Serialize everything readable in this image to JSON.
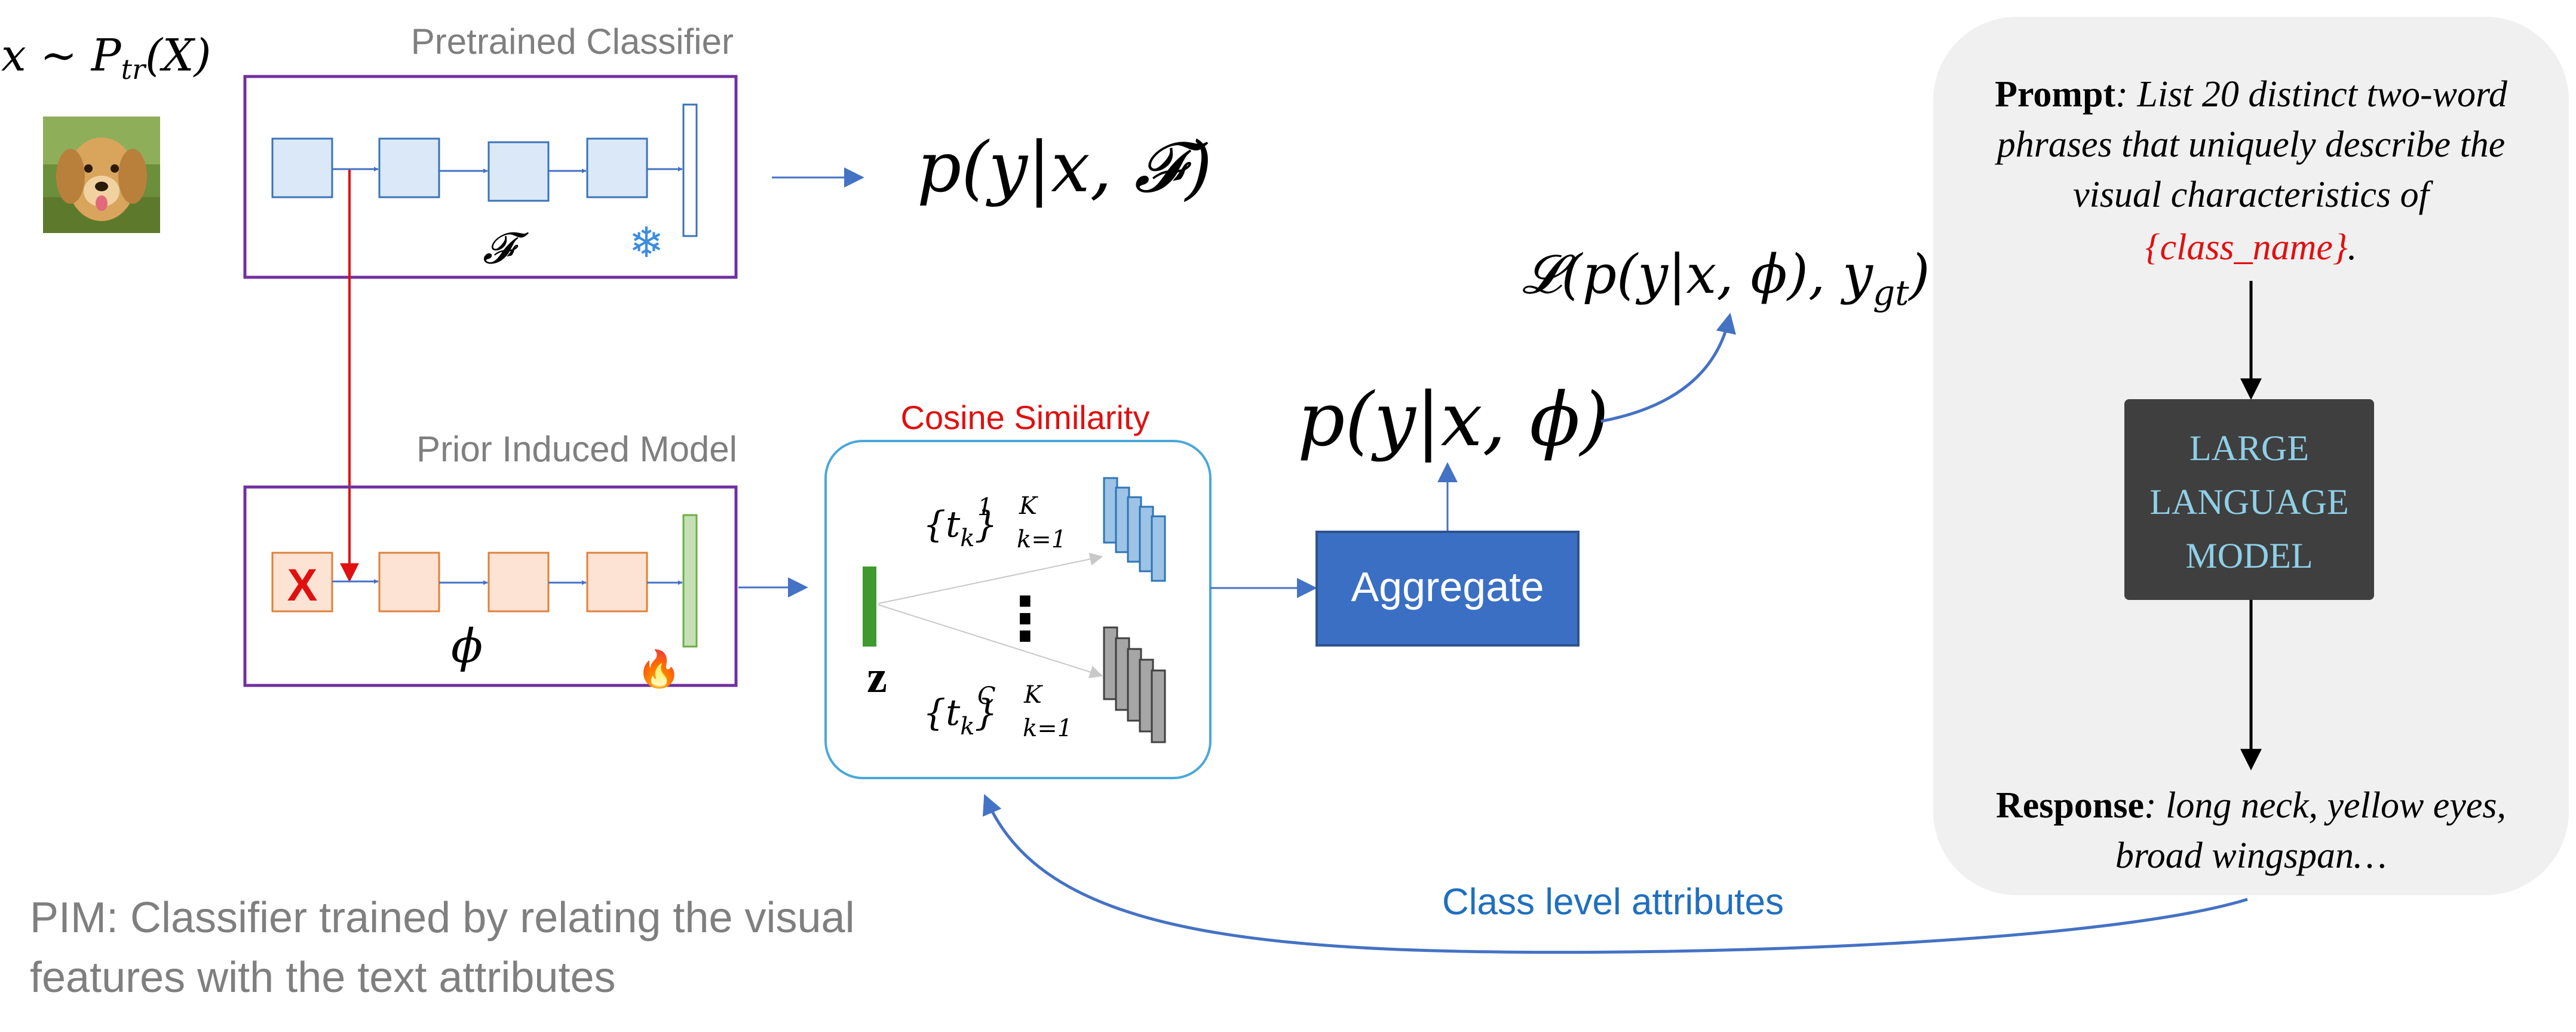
{
  "colors": {
    "frame_purple": "#7030a0",
    "frozen_block_fill": "#dae8f7",
    "frozen_block_stroke": "#3a73b8",
    "trainable_block_fill": "#fde3d3",
    "trainable_block_stroke": "#e0803c",
    "arrow_blue": "#4472c4",
    "red": "#e01010",
    "feature_green": "#3f9a2e",
    "aggregate_fill": "#3a6fc4",
    "llm_fill": "#3f3f3f",
    "llm_text": "#8fd0e8",
    "panel_fill": "#f0f0f0",
    "grey_text": "#7f7f7f",
    "attr_text": "#1f6fc0"
  },
  "input": {
    "label": "x ∼ P",
    "label_sub": "tr",
    "label_tail": "(X)",
    "image_icon": "dog-photo-icon"
  },
  "pretrained": {
    "title": "Pretrained Classifier",
    "symbol": "𝓕",
    "frozen_icon": "snowflake-icon",
    "snowflake_glyph": "❄"
  },
  "output_top": {
    "text": "p(y|x, 𝓕)"
  },
  "pim": {
    "title": "Prior Induced Model",
    "x_mark": "X",
    "symbol": "ϕ",
    "train_icon": "flame-icon",
    "flame_glyph": "🔥"
  },
  "cosine": {
    "title": "Cosine Similarity",
    "z_label": "z",
    "top_set": "{t",
    "top_set_sup": "1",
    "top_set_sub": "k",
    "top_set_tail": "}",
    "top_set_upper": "K",
    "top_set_lower": "k=1",
    "bottom_set": "{t",
    "bottom_set_sup": "C",
    "bottom_set_sub": "k",
    "bottom_set_tail": "}",
    "bottom_set_upper": "K",
    "bottom_set_lower": "k=1",
    "ellipsis": "⋮"
  },
  "aggregate": {
    "label": "Aggregate"
  },
  "output_mid": {
    "text": "p(y|x, ϕ)"
  },
  "loss": {
    "text": "𝓛(p(y|x, ϕ), y",
    "sub": "gt",
    "tail": ")"
  },
  "llm_panel": {
    "prompt_bold": "Prompt",
    "prompt_lines": [
      ": List 20 distinct two-word",
      "phrases that uniquely describe the",
      "visual characteristics of"
    ],
    "prompt_class": "{class_name}",
    "prompt_end": ".",
    "llm_lines": [
      "LARGE",
      "LANGUAGE",
      "MODEL"
    ],
    "response_bold": "Response",
    "response_line1": ": long neck, yellow eyes,",
    "response_line2": "broad wingspan…"
  },
  "feedback": {
    "label": "Class level attributes"
  },
  "caption": {
    "line1": "PIM: Classifier trained by relating the visual",
    "line2": "features with the text attributes"
  }
}
